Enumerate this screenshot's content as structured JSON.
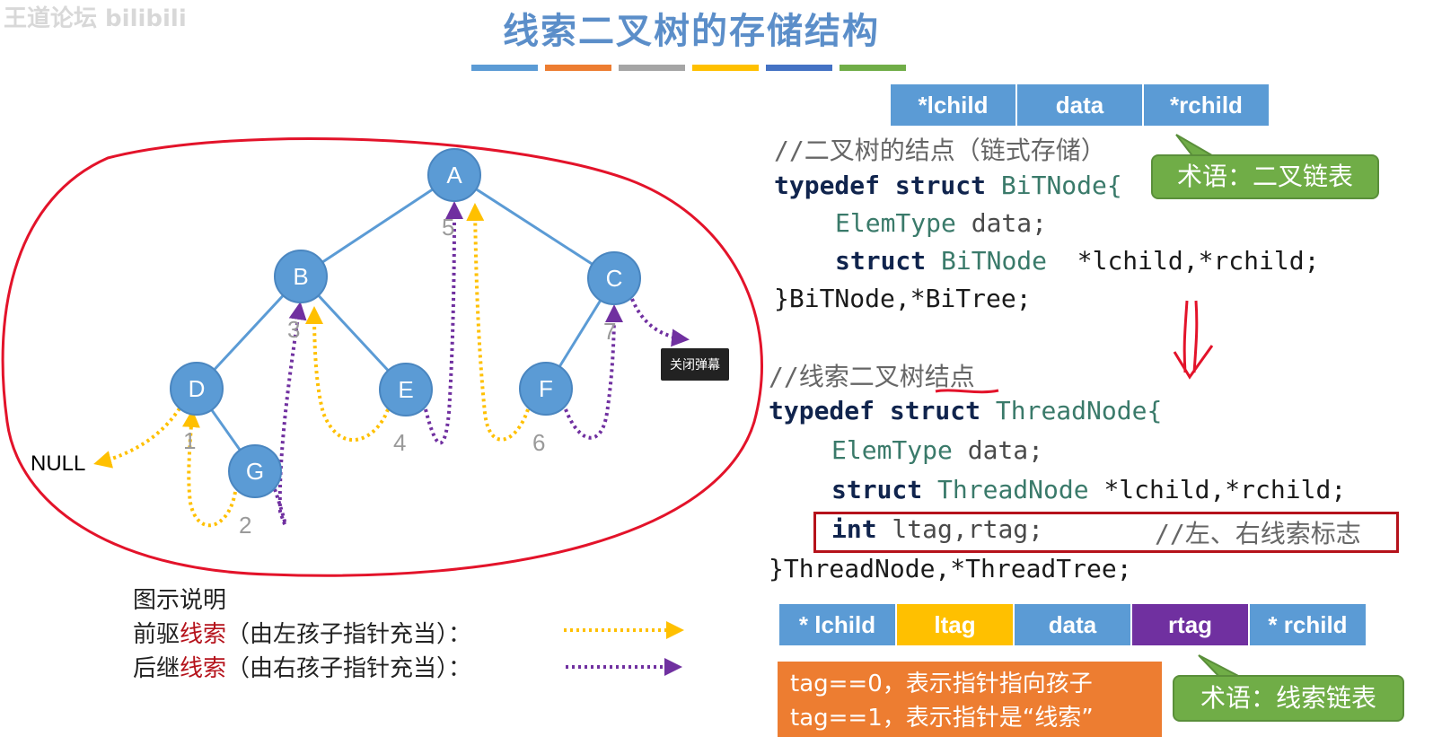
{
  "watermark": "王道论坛 bilibili",
  "title": "线索二叉树的存储结构",
  "title_bar_colors": [
    "#5b9bd5",
    "#ed7d31",
    "#a5a5a5",
    "#ffc000",
    "#4472c4",
    "#70ad47"
  ],
  "tree": {
    "nodes": [
      {
        "id": "A",
        "label": "A"
      },
      {
        "id": "B",
        "label": "B"
      },
      {
        "id": "C",
        "label": "C"
      },
      {
        "id": "D",
        "label": "D"
      },
      {
        "id": "E",
        "label": "E"
      },
      {
        "id": "F",
        "label": "F"
      },
      {
        "id": "G",
        "label": "G"
      }
    ],
    "edges": [
      [
        "A",
        "B"
      ],
      [
        "A",
        "C"
      ],
      [
        "B",
        "D"
      ],
      [
        "B",
        "E"
      ],
      [
        "C",
        "F"
      ],
      [
        "D",
        "G"
      ]
    ],
    "inorder_numbers": [
      "1",
      "2",
      "3",
      "4",
      "5",
      "6",
      "7"
    ],
    "null_label": "NULL",
    "node_color": "#5b9bd5",
    "predecessor_color": "#ffc000",
    "successor_color": "#7030a0",
    "outline_color": "#e3132a"
  },
  "close_danmaku": "关闭弹幕",
  "legend": {
    "title": "图示说明",
    "pred_prefix": "前驱",
    "pred_red": "线索",
    "pred_suffix": "（由左孩子指针充当）：",
    "succ_prefix": "后继",
    "succ_red": "线索",
    "succ_suffix": "（由右孩子指针充当）："
  },
  "node_fields": [
    "*lchild",
    "data",
    "*rchild"
  ],
  "code_bitnode": {
    "comment": "//二叉树的结点（链式存储）",
    "line1_kw": "typedef struct",
    "line1_name": " BiTNode{",
    "line2_type": "ElemType",
    "line2_rest": " data;",
    "line3_kw": "struct",
    "line3_type": " BiTNode",
    "line3_rest": "  *lchild,*rchild;",
    "line4": "}BiTNode,*BiTree;"
  },
  "callout_binary": "术语：二叉链表",
  "code_thread": {
    "comment": "//线索二叉树结点",
    "line1_kw": "typedef struct",
    "line1_name": " ThreadNode{",
    "line2_type": "ElemType",
    "line2_rest": " data;",
    "line3_kw": "struct",
    "line3_type": " ThreadNode",
    "line3_rest": " *lchild,*rchild;",
    "line4_kw": "int",
    "line4_rest": " ltag,rtag;",
    "line4_comment": "//左、右线索标志",
    "line5": "}ThreadNode,*ThreadTree;"
  },
  "thread_fields": [
    {
      "label": "* lchild",
      "color": "#5b9bd5"
    },
    {
      "label": "ltag",
      "color": "#ffc000"
    },
    {
      "label": "data",
      "color": "#5b9bd5"
    },
    {
      "label": "rtag",
      "color": "#7030a0"
    },
    {
      "label": "* rchild",
      "color": "#5b9bd5"
    }
  ],
  "tag_box": {
    "line1": "tag==0，表示指针指向孩子",
    "line2": "tag==1，表示指针是“线索”"
  },
  "callout_thread": "术语：线索链表"
}
